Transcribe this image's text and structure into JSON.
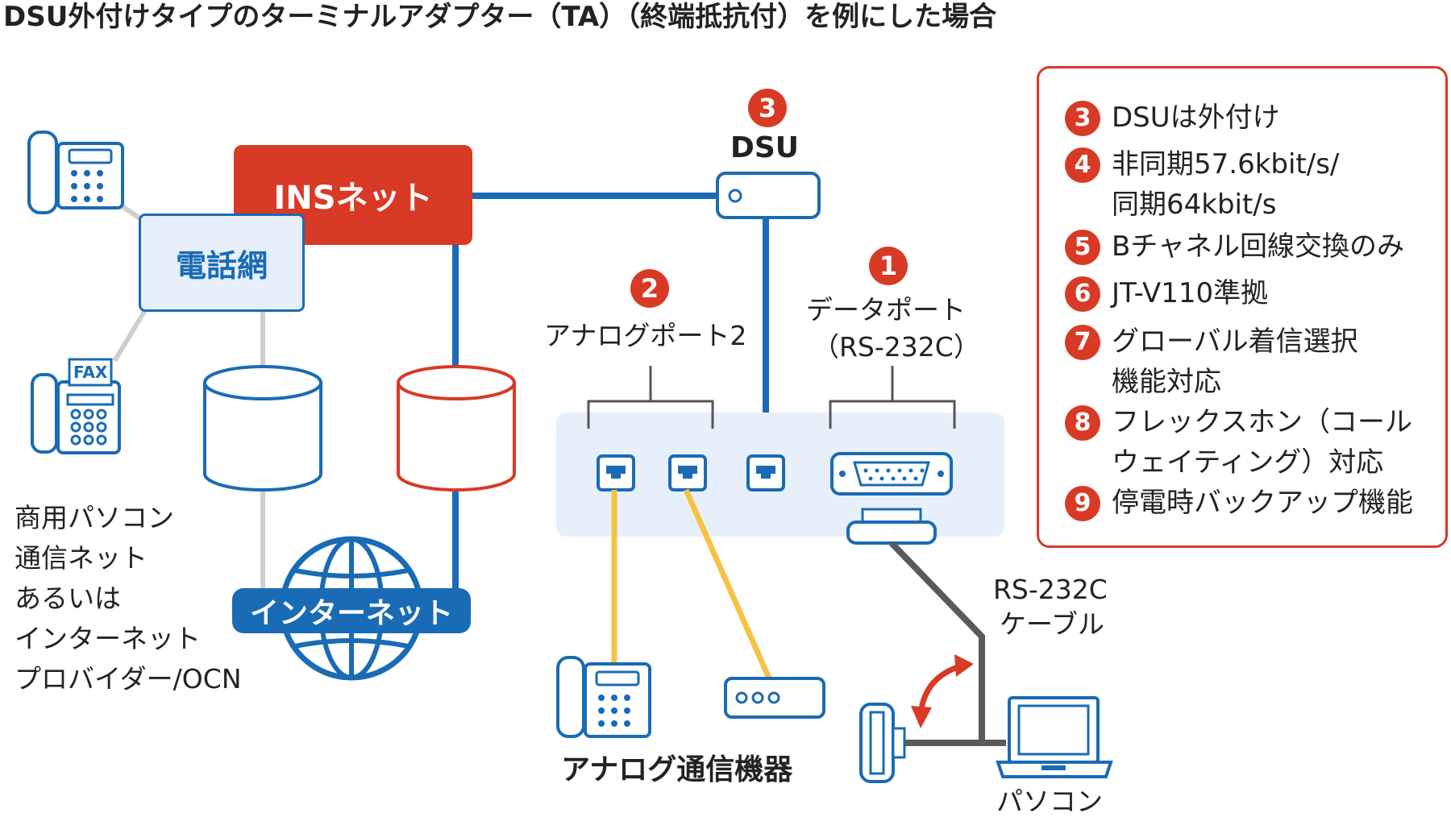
{
  "title": "DSU外付けタイプのターミナルアダプター（TA）（終端抵抗付）を例にした場合",
  "colors": {
    "red": "#d83a26",
    "blue": "#1a6bb5",
    "light_blue": "#e7f0fa",
    "yellow": "#f5c242",
    "gray": "#5a5a5a"
  },
  "networks": {
    "ins": "INSネット",
    "telephone": "電話網",
    "internet": "インターネット"
  },
  "fax_label": "FAX",
  "isp_label": [
    "商用パソコン",
    "通信ネット",
    "あるいは",
    "インターネット",
    "プロバイダー/OCN"
  ],
  "dsu": {
    "badge": "3",
    "label": "DSU"
  },
  "analog_port": {
    "badge": "2",
    "label": "アナログポート2"
  },
  "data_port": {
    "badge": "1",
    "label1": "データポート",
    "label2": "（RS-232C）"
  },
  "analog_devices_label": "アナログ通信機器",
  "cable_label": [
    "RS-232C",
    "ケーブル"
  ],
  "pc_label": "パソコン",
  "legend": [
    {
      "num": "3",
      "lines": [
        "DSUは外付け"
      ]
    },
    {
      "num": "4",
      "lines": [
        "非同期57.6kbit/s/",
        "同期64kbit/s"
      ]
    },
    {
      "num": "5",
      "lines": [
        "Bチャネル回線交換のみ"
      ]
    },
    {
      "num": "6",
      "lines": [
        "JT-V110準拠"
      ]
    },
    {
      "num": "7",
      "lines": [
        "グローバル着信選択",
        "機能対応"
      ]
    },
    {
      "num": "8",
      "lines": [
        "フレックスホン（コール",
        "ウェイティング）対応"
      ]
    },
    {
      "num": "9",
      "lines": [
        "停電時バックアップ機能"
      ]
    }
  ]
}
